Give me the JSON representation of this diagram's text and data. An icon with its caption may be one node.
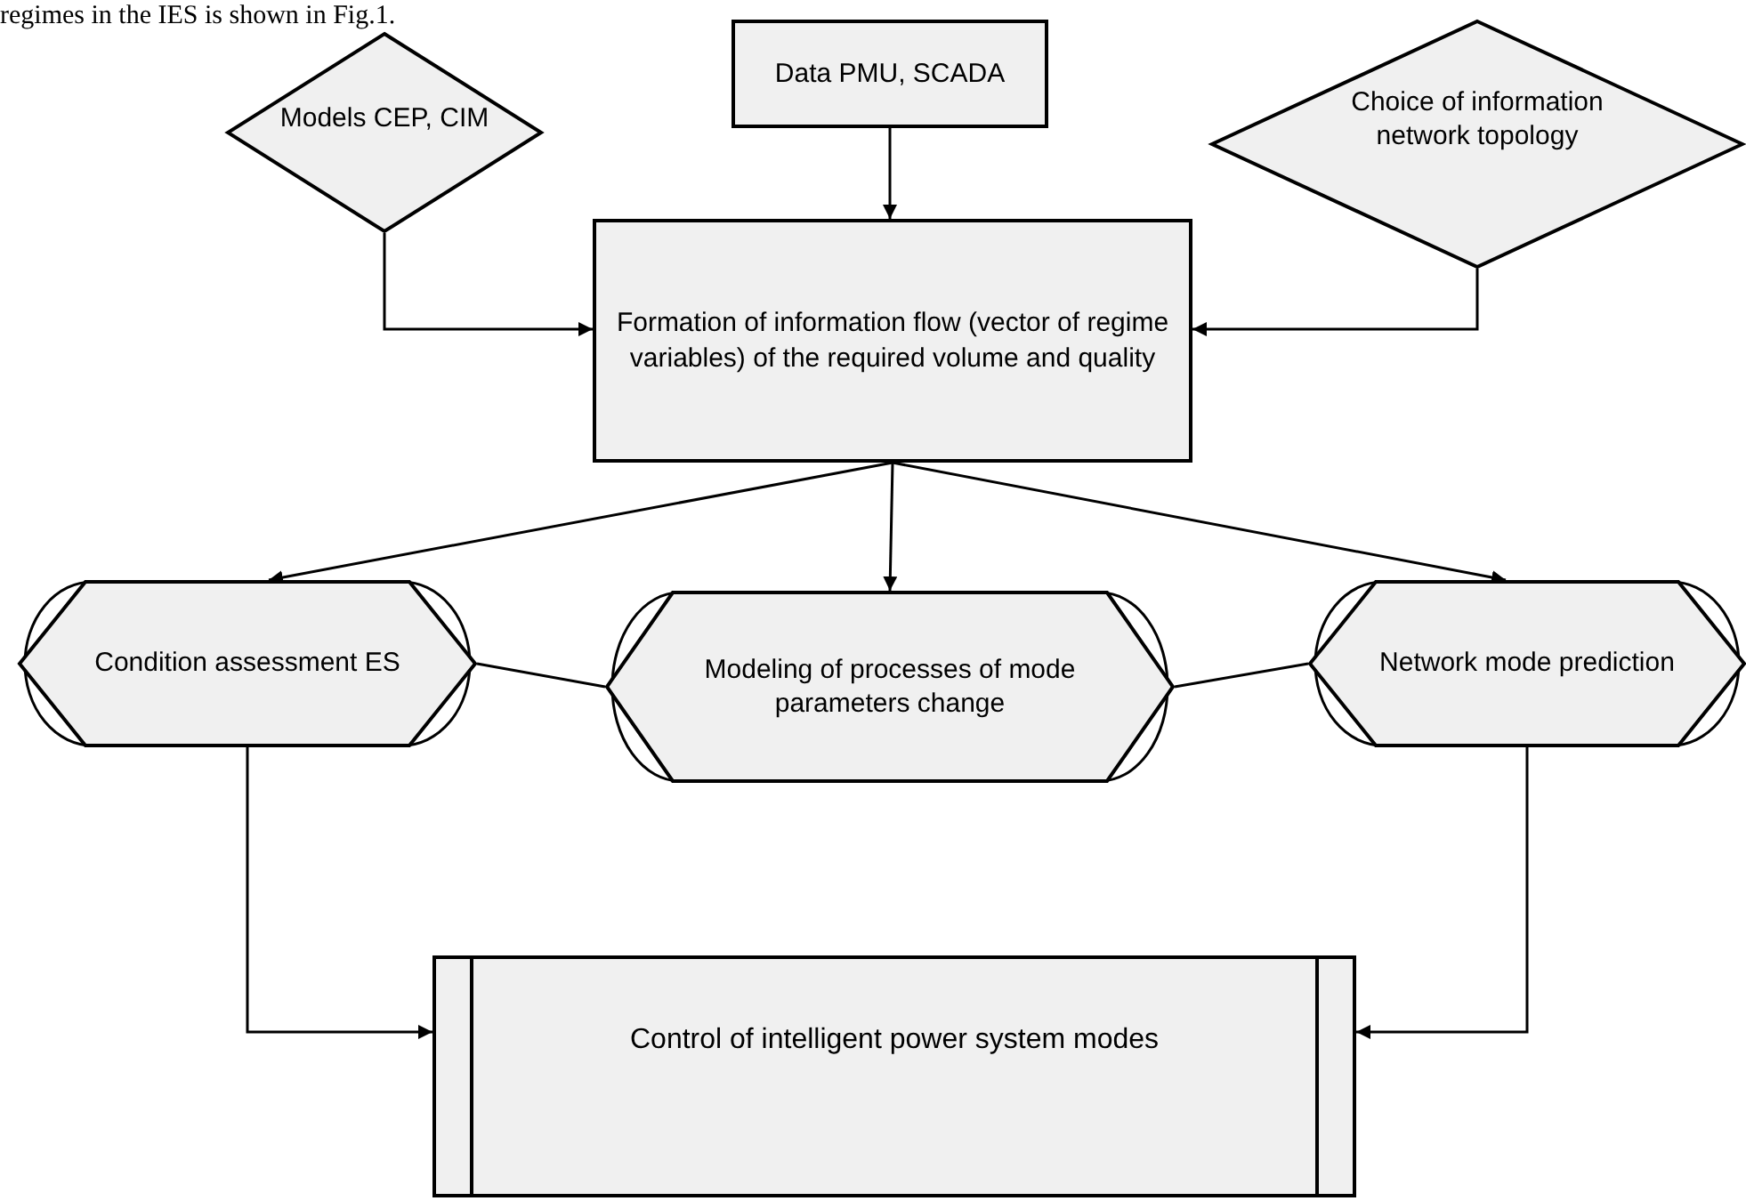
{
  "diagram": {
    "nodes": [
      {
        "text": [
          "Models CEP, CIM"
        ]
      },
      {
        "text": [
          "Data PMU, SCADA"
        ]
      },
      {
        "text": [
          "Choice of information network topology"
        ]
      },
      {
        "text": [
          "Formation of information flow (vector of regime variables) of the required volume and quality"
        ]
      },
      {
        "text": [
          "Condition assessment ES"
        ]
      },
      {
        "text": [
          "Modeling of processes of mode parameters change"
        ]
      },
      {
        "text": [
          "Network mode prediction"
        ]
      },
      {
        "text": [
          "Control of intelligent power system modes"
        ]
      }
    ],
    "edges": [
      {
        "from": 0,
        "to": 3,
        "arrow": "to"
      },
      {
        "from": 1,
        "to": 3,
        "arrow": "to"
      },
      {
        "from": 2,
        "to": 3,
        "arrow": "to"
      },
      {
        "from": 3,
        "to": 4,
        "arrow": "to"
      },
      {
        "from": 3,
        "to": 5,
        "arrow": "to"
      },
      {
        "from": 3,
        "to": 6,
        "arrow": "to"
      },
      {
        "from": 4,
        "to": 5,
        "arrow": "none"
      },
      {
        "from": 5,
        "to": 6,
        "arrow": "none"
      },
      {
        "from": 4,
        "to": 7,
        "arrow": "to"
      },
      {
        "from": 6,
        "to": 7,
        "arrow": "to"
      }
    ],
    "labels": [
      "regimes in the IES is shown in Fig.1."
    ]
  }
}
